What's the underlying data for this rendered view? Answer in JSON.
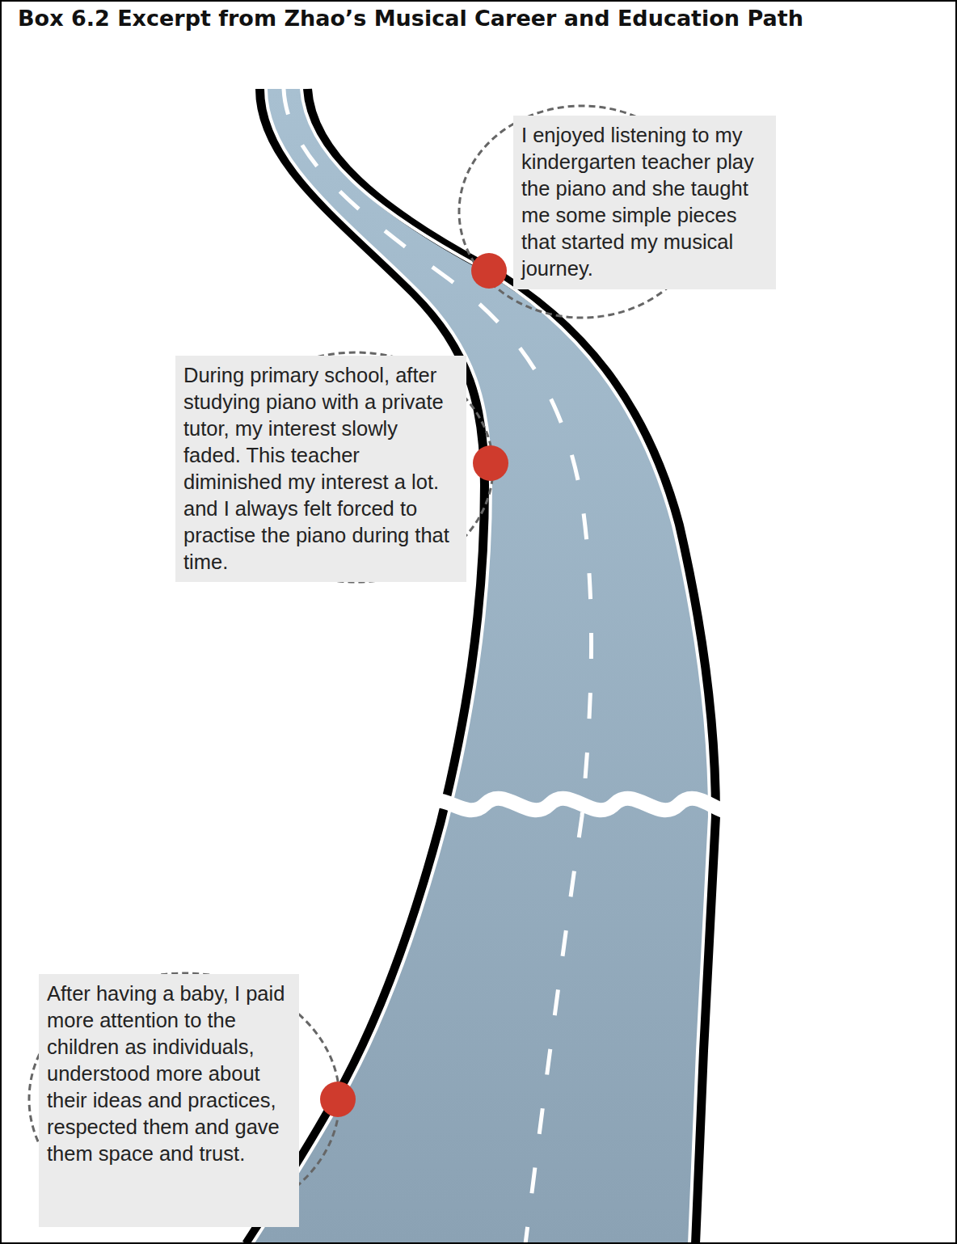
{
  "diagram": {
    "title": "Box 6.2 Excerpt from Zhao’s Musical Career and Education Path",
    "nodes": [
      {
        "text": [
          "I enjoyed listening to my kindergarten teacher play the piano and she taught me some simple pieces that started my musical journey."
        ]
      },
      {
        "text": [
          "During primary school, after studying piano with a private tutor, my interest slowly faded. This teacher diminished my interest a lot. and I always felt forced to practise the piano during that time."
        ]
      },
      {
        "text": [
          "After having a baby, I paid more attention to the children as individuals, understood more about their ideas and practices, respected them and gave them space and trust."
        ]
      }
    ]
  }
}
